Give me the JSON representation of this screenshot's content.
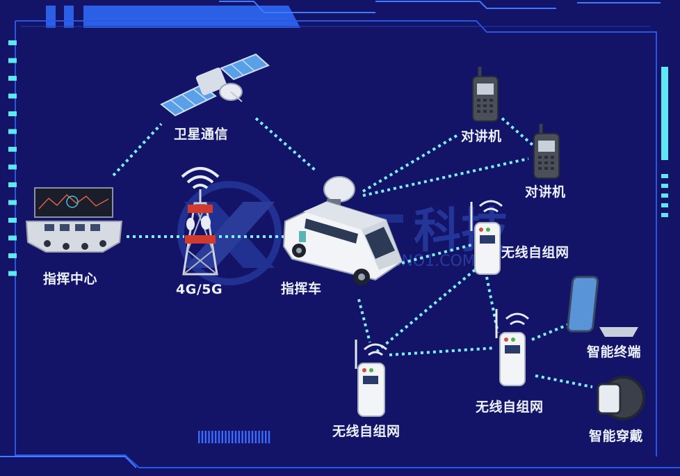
{
  "nodes": {
    "command_center": "指挥中心",
    "satellite": "卫星通信",
    "tower": "4G/5G",
    "command_vehicle": "指挥车",
    "radio_1": "对讲机",
    "radio_2": "对讲机",
    "mesh_1": "无线自组网",
    "mesh_2": "无线自组网",
    "mesh_3": "无线自组网",
    "smart_terminal": "智能终端",
    "smart_wearable": "智能穿戴"
  },
  "watermark": {
    "brand": "科技",
    "url": "WWW.XUNNO1.COM"
  },
  "colors": {
    "background": "#131468",
    "frame": "#2a56e6",
    "link": "#7ff0f5",
    "label": "#eef2ff"
  },
  "icons": [
    "satellite-icon",
    "broadcast-tower-icon",
    "command-vehicle-icon",
    "command-center-console-icon",
    "walkie-talkie-icon",
    "mesh-radio-icon",
    "smartphone-icon",
    "smartwatch-icon"
  ]
}
